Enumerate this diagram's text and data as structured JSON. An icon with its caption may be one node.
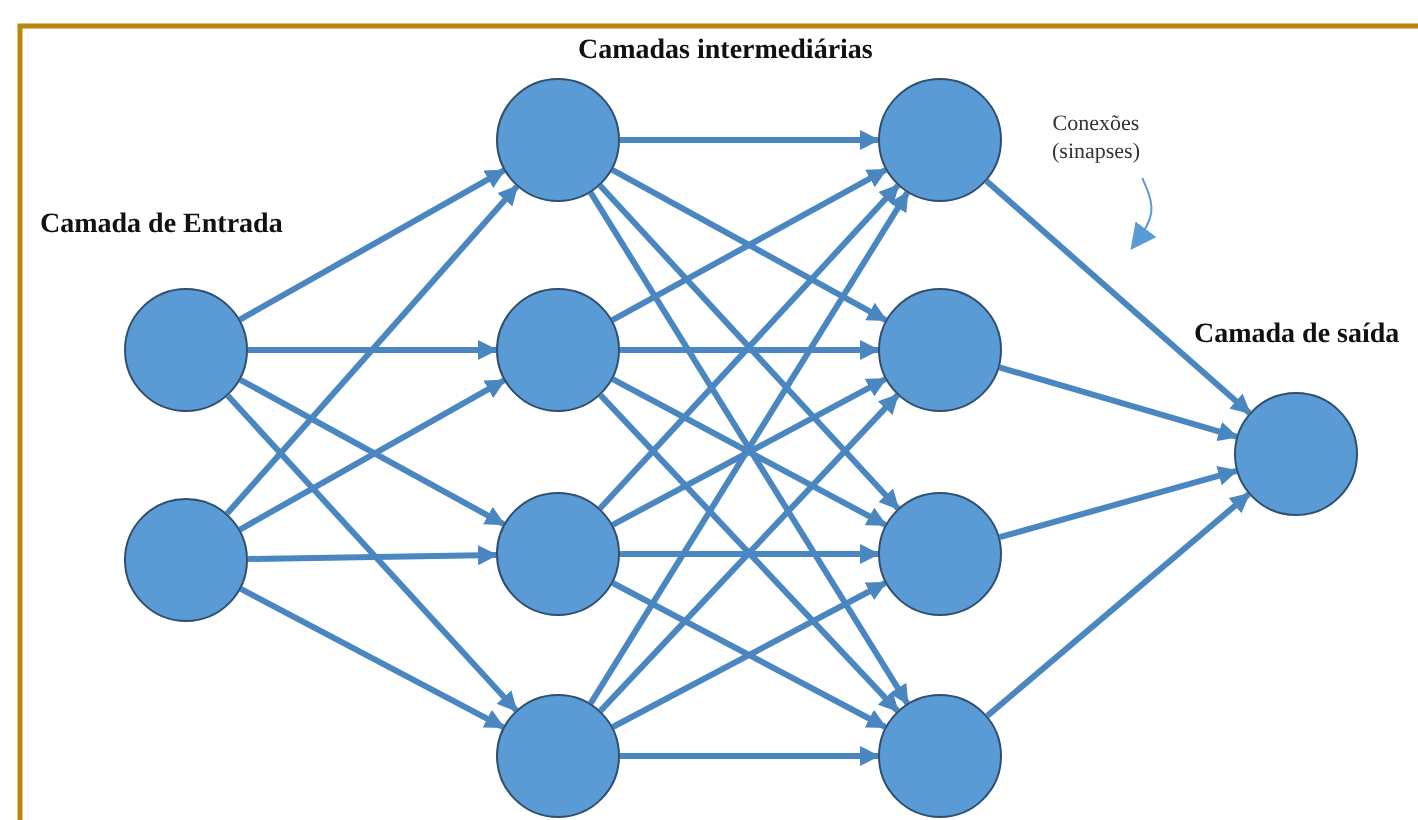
{
  "diagram": {
    "nodes": [
      {
        "text": [],
        "shape": "circle"
      },
      {
        "text": [],
        "shape": "circle"
      },
      {
        "text": [],
        "shape": "circle"
      },
      {
        "text": [],
        "shape": "circle"
      },
      {
        "text": [],
        "shape": "circle"
      },
      {
        "text": [],
        "shape": "circle"
      },
      {
        "text": [],
        "shape": "circle"
      },
      {
        "text": [],
        "shape": "circle"
      },
      {
        "text": [],
        "shape": "circle"
      },
      {
        "text": [],
        "shape": "circle"
      },
      {
        "text": [],
        "shape": "circle"
      },
      {
        "text": [
          "Conexões (sinapses)"
        ]
      }
    ],
    "edges": [
      {
        "from": 0,
        "to": 2,
        "arrow": "to"
      },
      {
        "from": 0,
        "to": 3,
        "arrow": "to"
      },
      {
        "from": 0,
        "to": 4,
        "arrow": "to"
      },
      {
        "from": 0,
        "to": 5,
        "arrow": "to"
      },
      {
        "from": 1,
        "to": 2,
        "arrow": "to"
      },
      {
        "from": 1,
        "to": 3,
        "arrow": "to"
      },
      {
        "from": 1,
        "to": 4,
        "arrow": "to"
      },
      {
        "from": 1,
        "to": 5,
        "arrow": "to"
      },
      {
        "from": 2,
        "to": 6,
        "arrow": "to"
      },
      {
        "from": 2,
        "to": 7,
        "arrow": "to"
      },
      {
        "from": 2,
        "to": 8,
        "arrow": "to"
      },
      {
        "from": 2,
        "to": 9,
        "arrow": "to"
      },
      {
        "from": 3,
        "to": 6,
        "arrow": "to"
      },
      {
        "from": 3,
        "to": 7,
        "arrow": "to"
      },
      {
        "from": 3,
        "to": 8,
        "arrow": "to"
      },
      {
        "from": 3,
        "to": 9,
        "arrow": "to"
      },
      {
        "from": 4,
        "to": 6,
        "arrow": "to"
      },
      {
        "from": 4,
        "to": 7,
        "arrow": "to"
      },
      {
        "from": 4,
        "to": 8,
        "arrow": "to"
      },
      {
        "from": 4,
        "to": 9,
        "arrow": "to"
      },
      {
        "from": 5,
        "to": 6,
        "arrow": "to"
      },
      {
        "from": 5,
        "to": 7,
        "arrow": "to"
      },
      {
        "from": 5,
        "to": 8,
        "arrow": "to"
      },
      {
        "from": 5,
        "to": 9,
        "arrow": "to"
      },
      {
        "from": 6,
        "to": 10,
        "arrow": "to"
      },
      {
        "from": 7,
        "to": 10,
        "arrow": "to"
      },
      {
        "from": 8,
        "to": 10,
        "arrow": "to"
      },
      {
        "from": 9,
        "to": 10,
        "arrow": "to"
      },
      {
        "from": 11,
        "to": null,
        "arrow": "to"
      }
    ],
    "labels": [
      "Camadas intermediárias",
      "Camada de Entrada",
      "Camada de saída"
    ]
  }
}
